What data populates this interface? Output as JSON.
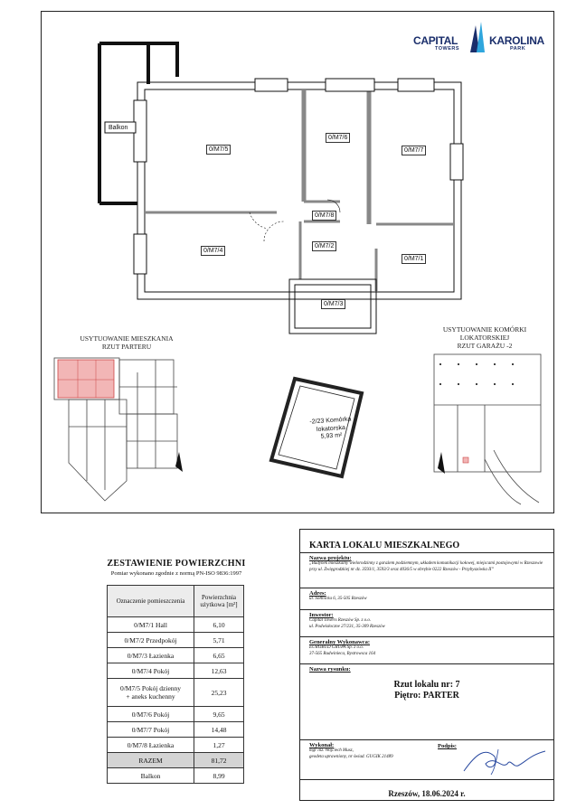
{
  "logo": {
    "capital": "CAPITAL",
    "towers": "TOWERS",
    "karolina": "KAROLINA",
    "park": "PARK"
  },
  "plan": {
    "rooms": {
      "balkon": "Balkon",
      "r5": "0/M7/5",
      "r6": "0/M7/6",
      "r7": "0/M7/7",
      "r8": "0/M7/8",
      "r4": "0/M7/4",
      "r2": "0/M7/2",
      "r1": "0/M7/1",
      "r3": "0/M7/3"
    },
    "location_floor_caption": [
      "USYTUOWANIE MIESZKANIA",
      "RZUT PARTERU"
    ],
    "storage_caption": [
      "USYTUOWANIE KOMÓRKI",
      "LOKATORSKIEJ",
      "RZUT GARAŻU -2"
    ],
    "storage_label": [
      "-2/23 Komórka",
      "lokatorska",
      "5,93 m²"
    ]
  },
  "summary": {
    "title": "ZESTAWIENIE POWIERZCHNI",
    "subtitle": "Pomiar wykonano zgodnie z normą PN-ISO 9836:1997",
    "col_room": "Oznaczenie pomieszczenia",
    "col_area_1": "Powierzchnia",
    "col_area_2": "użytkowa [m²]",
    "rows": [
      {
        "name": "0/M7/1 Hall",
        "area": "6,10"
      },
      {
        "name": "0/M7/2 Przedpokój",
        "area": "5,71"
      },
      {
        "name": "0/M7/3 Łazienka",
        "area": "6,65"
      },
      {
        "name": "0/M7/4 Pokój",
        "area": "12,63"
      },
      {
        "name": "0/M7/5 Pokój dzienny",
        "name2": "+ aneks kuchenny",
        "area": "25,23"
      },
      {
        "name": "0/M7/6 Pokój",
        "area": "9,65"
      },
      {
        "name": "0/M7/7 Pokój",
        "area": "14,48"
      },
      {
        "name": "0/M7/8 Łazienka",
        "area": "1,27"
      },
      {
        "name": "RAZEM",
        "area": "81,72"
      },
      {
        "name": "Balkon",
        "area": "8,99"
      }
    ]
  },
  "card": {
    "title": "KARTA LOKALU MIESZKALNEGO",
    "project_label": "Nazwa projektu:",
    "project_text": "„Budynek mieszkalny wielorodzinny z garażem podziemnym, układem komunikacji kołowej, miejscami postojowymi w Rzeszowie przy ul. Zwięgrodzkiej nr dz. 3593/1, 3593/3 oraz 4036/5 w obrębie 0222 Rzeszów - Przybyszówka II”",
    "address_label": "Adres:",
    "address_text": "ul. Sołtnicka 6, 35-505 Rzeszów",
    "investor_label": "Inwestor:",
    "investor_text_1": "Capital Towers Rzeszów Sp. z o.o.",
    "investor_text_2": "ul. Podwisłoczne 27/231, 35-309 Rzeszów",
    "contractor_label": "Generalny Wykonawca:",
    "contractor_text_1": "EUROBUD GRUPA Sp. z o.o.",
    "contractor_text_2": "37-565 Rudwinieca, Bystrowsca 164",
    "drawing_label": "Nazwa rysunku:",
    "drawing_line_1": "Rzut lokalu nr: 7",
    "drawing_line_2": "Piętro: PARTER",
    "made_by_label": "Wykonał:",
    "made_by_1": "mgr inż. Wojciech Musz,",
    "made_by_2": "geodeta uprawniony, nr świad. GUGIK 21489",
    "signature_label": "Podpis:",
    "footer": "Rzeszów, 18.06.2024 r."
  }
}
